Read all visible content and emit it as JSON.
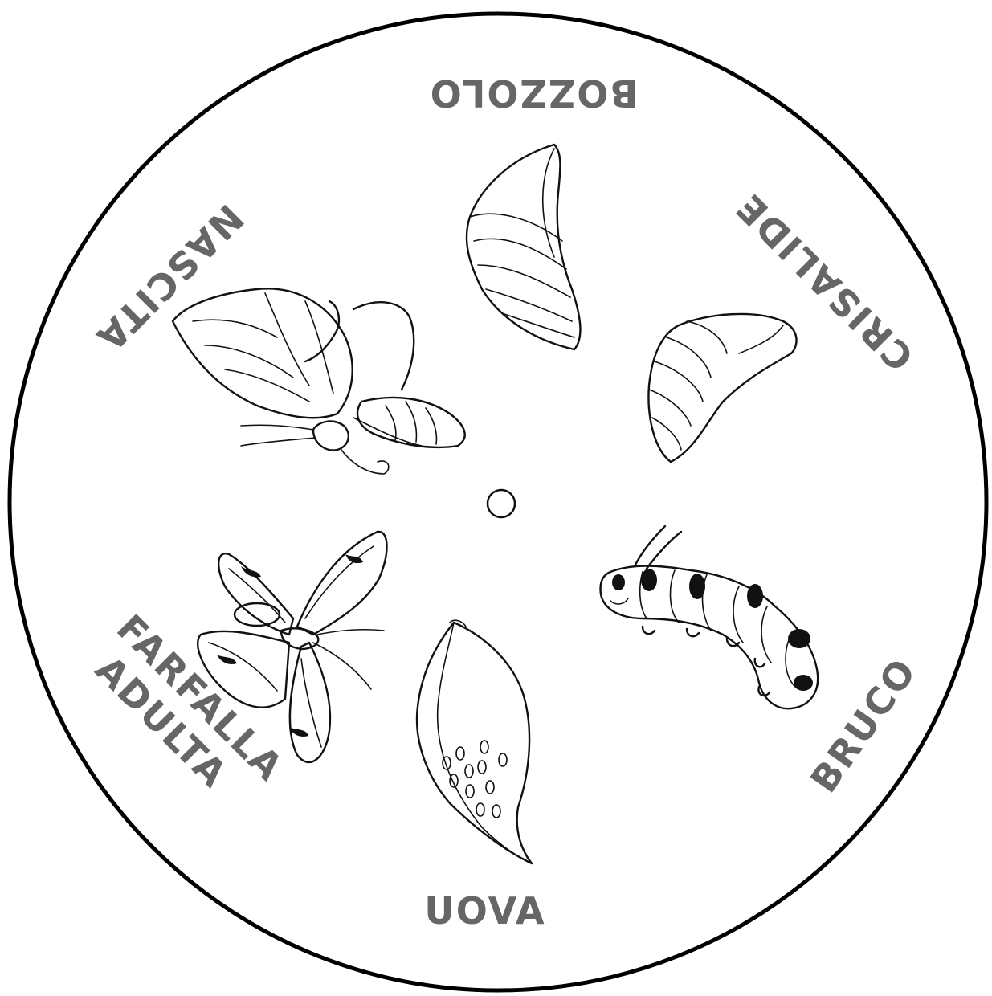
{
  "wheel": {
    "labels": {
      "bozzolo": "BOZZOLO",
      "crisalide": "CRISALIDE",
      "bruco": "BRUCO",
      "uova": "UOVA",
      "farfalla_line1": "FARFALLA",
      "farfalla_line2": "ADULTA",
      "nascita": "NASCITA"
    },
    "colors": {
      "label": "#666666",
      "ink": "#111111",
      "background": "#ffffff"
    },
    "icons": [
      "cocoon-icon",
      "chrysalis-icon",
      "caterpillar-icon",
      "egg-leaf-icon",
      "adult-butterfly-icon",
      "hatching-butterfly-icon"
    ]
  }
}
